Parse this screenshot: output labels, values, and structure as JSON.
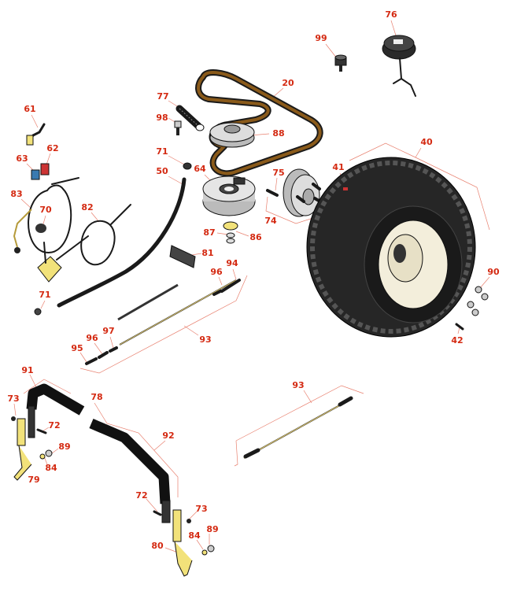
{
  "diagram": {
    "title": "Exploded parts diagram",
    "colors": {
      "callout": "#d42a12",
      "leader": "#e8806f",
      "tire": "#262626",
      "rim": "#f3eedb",
      "belt": "#8a5a1a",
      "bracket": "#f2e27a"
    },
    "callouts": [
      "76",
      "99",
      "20",
      "77",
      "98",
      "88",
      "61",
      "62",
      "63",
      "71",
      "50",
      "64",
      "75",
      "40",
      "41",
      "83",
      "70",
      "82",
      "74",
      "87",
      "86",
      "81",
      "94",
      "96",
      "90",
      "71",
      "97",
      "96",
      "93",
      "95",
      "42",
      "91",
      "93",
      "78",
      "73",
      "72",
      "92",
      "89",
      "84",
      "79",
      "72",
      "73",
      "89",
      "84",
      "80"
    ]
  }
}
